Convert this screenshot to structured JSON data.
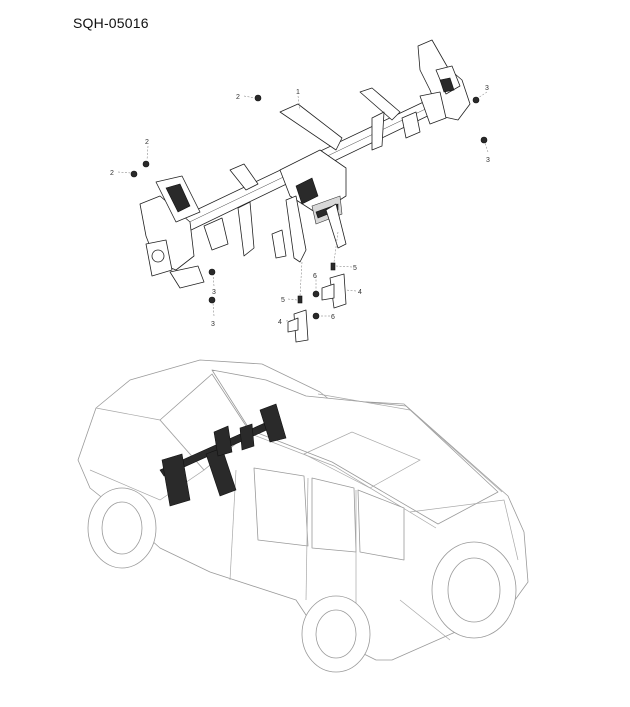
{
  "document": {
    "id": "SQH-05016"
  },
  "callouts": [
    {
      "id": "c1",
      "text": "1"
    },
    {
      "id": "c2a",
      "text": "2"
    },
    {
      "id": "c2b",
      "text": "2"
    },
    {
      "id": "c2c",
      "text": "2"
    },
    {
      "id": "c3a",
      "text": "3"
    },
    {
      "id": "c3b",
      "text": "3"
    },
    {
      "id": "c3c",
      "text": "3"
    },
    {
      "id": "c3d",
      "text": "3"
    },
    {
      "id": "c4a",
      "text": "4"
    },
    {
      "id": "c4b",
      "text": "4"
    },
    {
      "id": "c5a",
      "text": "5"
    },
    {
      "id": "c5b",
      "text": "5"
    },
    {
      "id": "c6a",
      "text": "6"
    },
    {
      "id": "c6b",
      "text": "6"
    }
  ]
}
